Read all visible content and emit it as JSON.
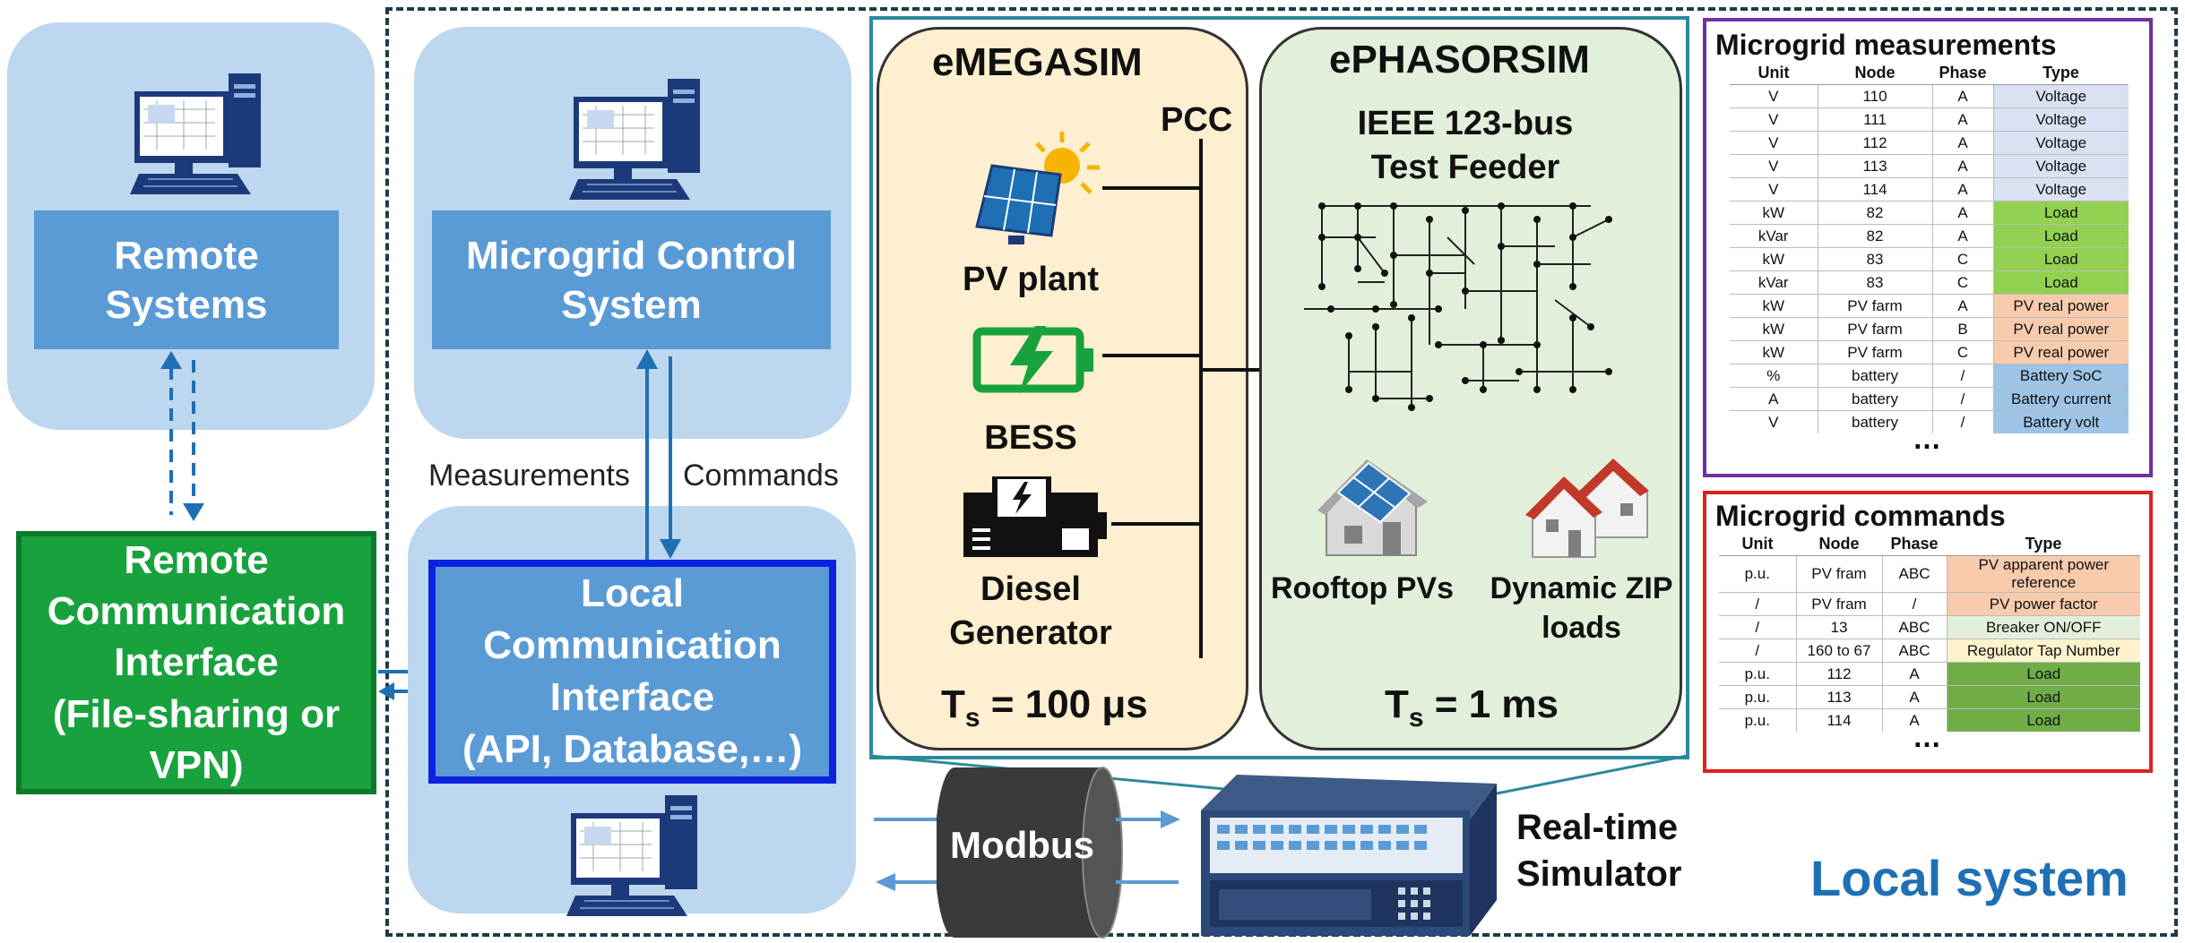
{
  "remote_systems": {
    "title": "Remote Systems"
  },
  "microgrid_control": {
    "title": "Microgrid Control System"
  },
  "remote_comm": {
    "lines": [
      "Remote",
      "Communication",
      "Interface",
      "(File-sharing or",
      "VPN)"
    ]
  },
  "local_comm": {
    "lines": [
      "Local",
      "Communication",
      "Interface",
      "(API, Database,…)"
    ]
  },
  "flow_labels": {
    "measurements": "Measurements",
    "commands": "Commands"
  },
  "emegasim": {
    "title": "eMEGASIM",
    "pcc": "PCC",
    "devices": [
      "PV plant",
      "BESS",
      "Diesel\nGenerator"
    ],
    "ts_symbol": "T",
    "ts_sub": "s",
    "ts_value": " = 100 μs"
  },
  "ephasorsim": {
    "title": "ePHASORSIM",
    "feeder": "IEEE 123-bus\nTest Feeder",
    "rooftop": "Rooftop PVs",
    "zip": "Dynamic ZIP\nloads",
    "ts_symbol": "T",
    "ts_sub": "s",
    "ts_value": " = 1 ms"
  },
  "modbus": "Modbus",
  "rts": "Real-time\nSimulator",
  "local_system": "Local system",
  "measurements_table": {
    "title": "Microgrid measurements",
    "headers": [
      "Unit",
      "Node",
      "Phase",
      "Type"
    ],
    "rows": [
      {
        "unit": "V",
        "node": "110",
        "phase": "A",
        "type": "Voltage",
        "color": "#d9e1f2"
      },
      {
        "unit": "V",
        "node": "111",
        "phase": "A",
        "type": "Voltage",
        "color": "#d9e1f2"
      },
      {
        "unit": "V",
        "node": "112",
        "phase": "A",
        "type": "Voltage",
        "color": "#d9e1f2"
      },
      {
        "unit": "V",
        "node": "113",
        "phase": "A",
        "type": "Voltage",
        "color": "#d9e1f2"
      },
      {
        "unit": "V",
        "node": "114",
        "phase": "A",
        "type": "Voltage",
        "color": "#d9e1f2"
      },
      {
        "unit": "kW",
        "node": "82",
        "phase": "A",
        "type": "Load",
        "color": "#92d050"
      },
      {
        "unit": "kVar",
        "node": "82",
        "phase": "A",
        "type": "Load",
        "color": "#92d050"
      },
      {
        "unit": "kW",
        "node": "83",
        "phase": "C",
        "type": "Load",
        "color": "#92d050"
      },
      {
        "unit": "kVar",
        "node": "83",
        "phase": "C",
        "type": "Load",
        "color": "#92d050"
      },
      {
        "unit": "kW",
        "node": "PV farm",
        "phase": "A",
        "type": "PV real power",
        "color": "#f8cbad"
      },
      {
        "unit": "kW",
        "node": "PV farm",
        "phase": "B",
        "type": "PV real power",
        "color": "#f8cbad"
      },
      {
        "unit": "kW",
        "node": "PV farm",
        "phase": "C",
        "type": "PV real power",
        "color": "#f8cbad"
      },
      {
        "unit": "%",
        "node": "battery",
        "phase": "/",
        "type": "Battery SoC",
        "color": "#9dc3e6"
      },
      {
        "unit": "A",
        "node": "battery",
        "phase": "/",
        "type": "Battery current",
        "color": "#9dc3e6"
      },
      {
        "unit": "V",
        "node": "battery",
        "phase": "/",
        "type": "Battery volt",
        "color": "#9dc3e6"
      }
    ],
    "ellipsis": "…"
  },
  "commands_table": {
    "title": "Microgrid commands",
    "headers": [
      "Unit",
      "Node",
      "Phase",
      "Type"
    ],
    "rows": [
      {
        "unit": "p.u.",
        "node": "PV fram",
        "phase": "ABC",
        "type": "PV apparent power reference",
        "color": "#f8cbad"
      },
      {
        "unit": "/",
        "node": "PV fram",
        "phase": "/",
        "type": "PV power factor",
        "color": "#f8cbad"
      },
      {
        "unit": "/",
        "node": "13",
        "phase": "ABC",
        "type": "Breaker ON/OFF",
        "color": "#e2efda"
      },
      {
        "unit": "/",
        "node": "160 to 67",
        "phase": "ABC",
        "type": "Regulator Tap Number",
        "color": "#fff2cc"
      },
      {
        "unit": "p.u.",
        "node": "112",
        "phase": "A",
        "type": "Load",
        "color": "#70ad47"
      },
      {
        "unit": "p.u.",
        "node": "113",
        "phase": "A",
        "type": "Load",
        "color": "#70ad47"
      },
      {
        "unit": "p.u.",
        "node": "114",
        "phase": "A",
        "type": "Load",
        "color": "#70ad47"
      }
    ],
    "ellipsis": "…"
  },
  "colors": {
    "panel_bg": "#bdd7ee",
    "box_blue": "#5b9bd5",
    "remote_green": "#18a23d",
    "local_border": "#0b22e0",
    "emegasim_bg": "#fdefcf",
    "ephasorsim_bg": "#e2efda",
    "sim_frame": "#2b8a9a",
    "meas_frame": "#7030a0",
    "cmd_frame": "#e02020",
    "local_text": "#1f6fb4"
  }
}
